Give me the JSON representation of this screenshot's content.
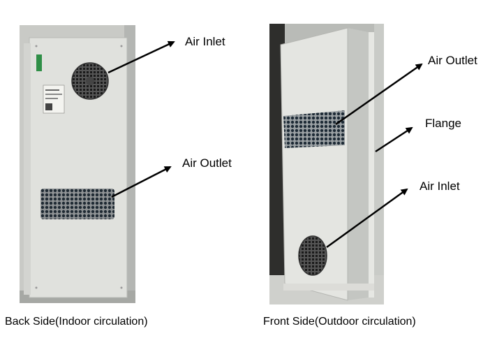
{
  "labels": {
    "back_air_inlet": "Air Inlet",
    "back_air_outlet": "Air Outlet",
    "front_air_outlet": "Air Outlet",
    "front_flange": "Flange",
    "front_air_inlet": "Air Inlet"
  },
  "captions": {
    "back": "Back Side(Indoor circulation)",
    "front": "Front Side(Outdoor circulation)"
  },
  "colors": {
    "panel": "#dfe0dc",
    "background": "#ffffff",
    "arrow": "#000000"
  }
}
